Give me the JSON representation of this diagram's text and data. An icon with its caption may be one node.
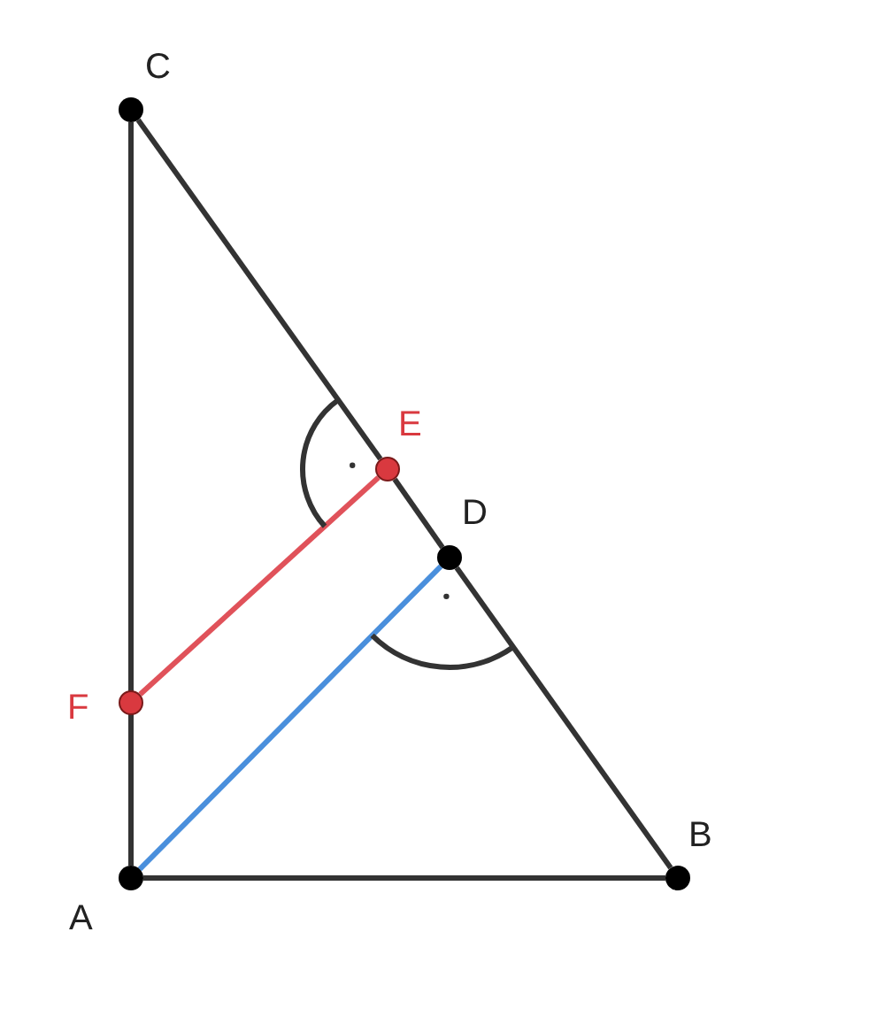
{
  "diagram": {
    "nodes": [
      {
        "text": [],
        "shape": "circle",
        "beside": [
          "C"
        ]
      },
      {
        "text": [],
        "shape": "circle",
        "beside": [
          "E"
        ]
      },
      {
        "text": [],
        "shape": "circle",
        "beside": [
          "D"
        ]
      },
      {
        "text": [],
        "shape": "circle",
        "beside": [
          "F"
        ]
      },
      {
        "text": [],
        "shape": "circle",
        "beside": [
          "A"
        ]
      },
      {
        "text": [],
        "shape": "circle",
        "beside": [
          "B"
        ]
      }
    ],
    "edges": [
      {
        "from": 0,
        "to": 4,
        "arrow": "none"
      },
      {
        "from": 4,
        "to": 5,
        "arrow": "none"
      },
      {
        "from": 0,
        "to": 1,
        "arrow": "none"
      },
      {
        "from": 1,
        "to": 2,
        "arrow": "none"
      },
      {
        "from": 2,
        "to": 5,
        "arrow": "none"
      },
      {
        "from": 4,
        "to": 2,
        "arrow": "none",
        "color": "#4a8fdc"
      },
      {
        "from": 3,
        "to": 1,
        "arrow": "none",
        "color": "#e0525a"
      }
    ]
  }
}
